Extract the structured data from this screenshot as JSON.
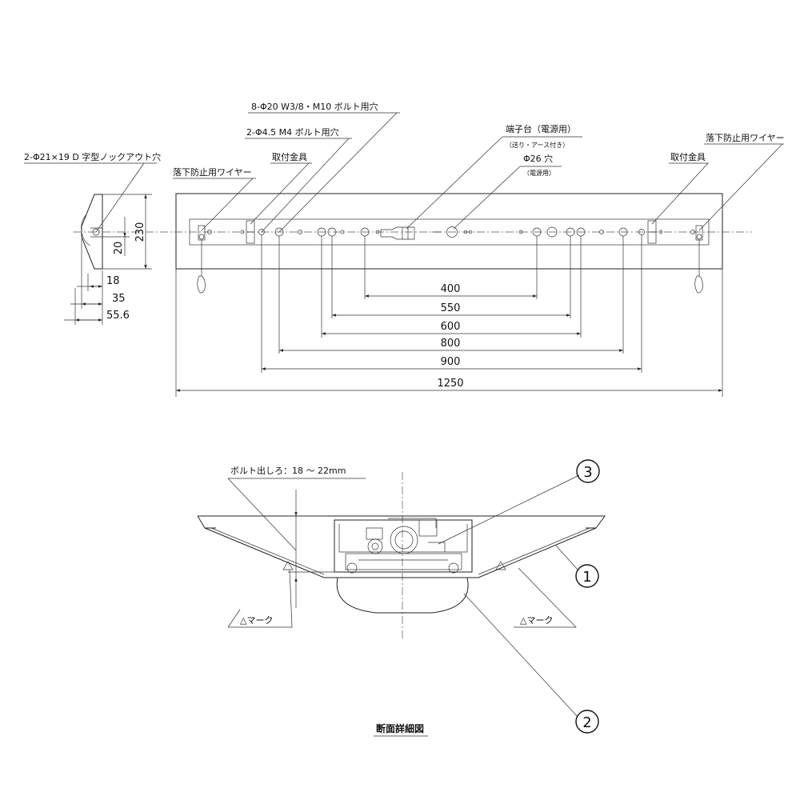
{
  "labels": {
    "knockout": "2-Φ21×19 D 字型ノックアウト穴",
    "bolt8": "8-Φ20 W3/8・M10 ボルト用穴",
    "bolt2": "2-Φ4.5 M4 ボルト用穴",
    "fitting_left": "取付金具",
    "fitting_right": "取付金具",
    "wire_left": "落下防止用ワイヤー",
    "wire_right": "落下防止用ワイヤー",
    "terminal": "端子台（電源用）",
    "terminal_sub": "（送り・アース付き）",
    "hole26": "Φ26 穴",
    "hole26_sub": "（電源用）",
    "bolt_protrusion": "ボルト出しろ：18 ～ 22mm",
    "mark_left": "△マーク",
    "mark_right": "△マーク",
    "section_title": "断面詳細図"
  },
  "side_dims": {
    "h230": "230",
    "h20": "20",
    "w18": "18",
    "w35": "35",
    "w55": "55.6"
  },
  "front_dims": {
    "d400": "400",
    "d550": "550",
    "d600": "600",
    "d800": "800",
    "d900": "900",
    "d1250": "1250"
  },
  "callouts": {
    "c1": "1",
    "c2": "2",
    "c3": "3"
  }
}
